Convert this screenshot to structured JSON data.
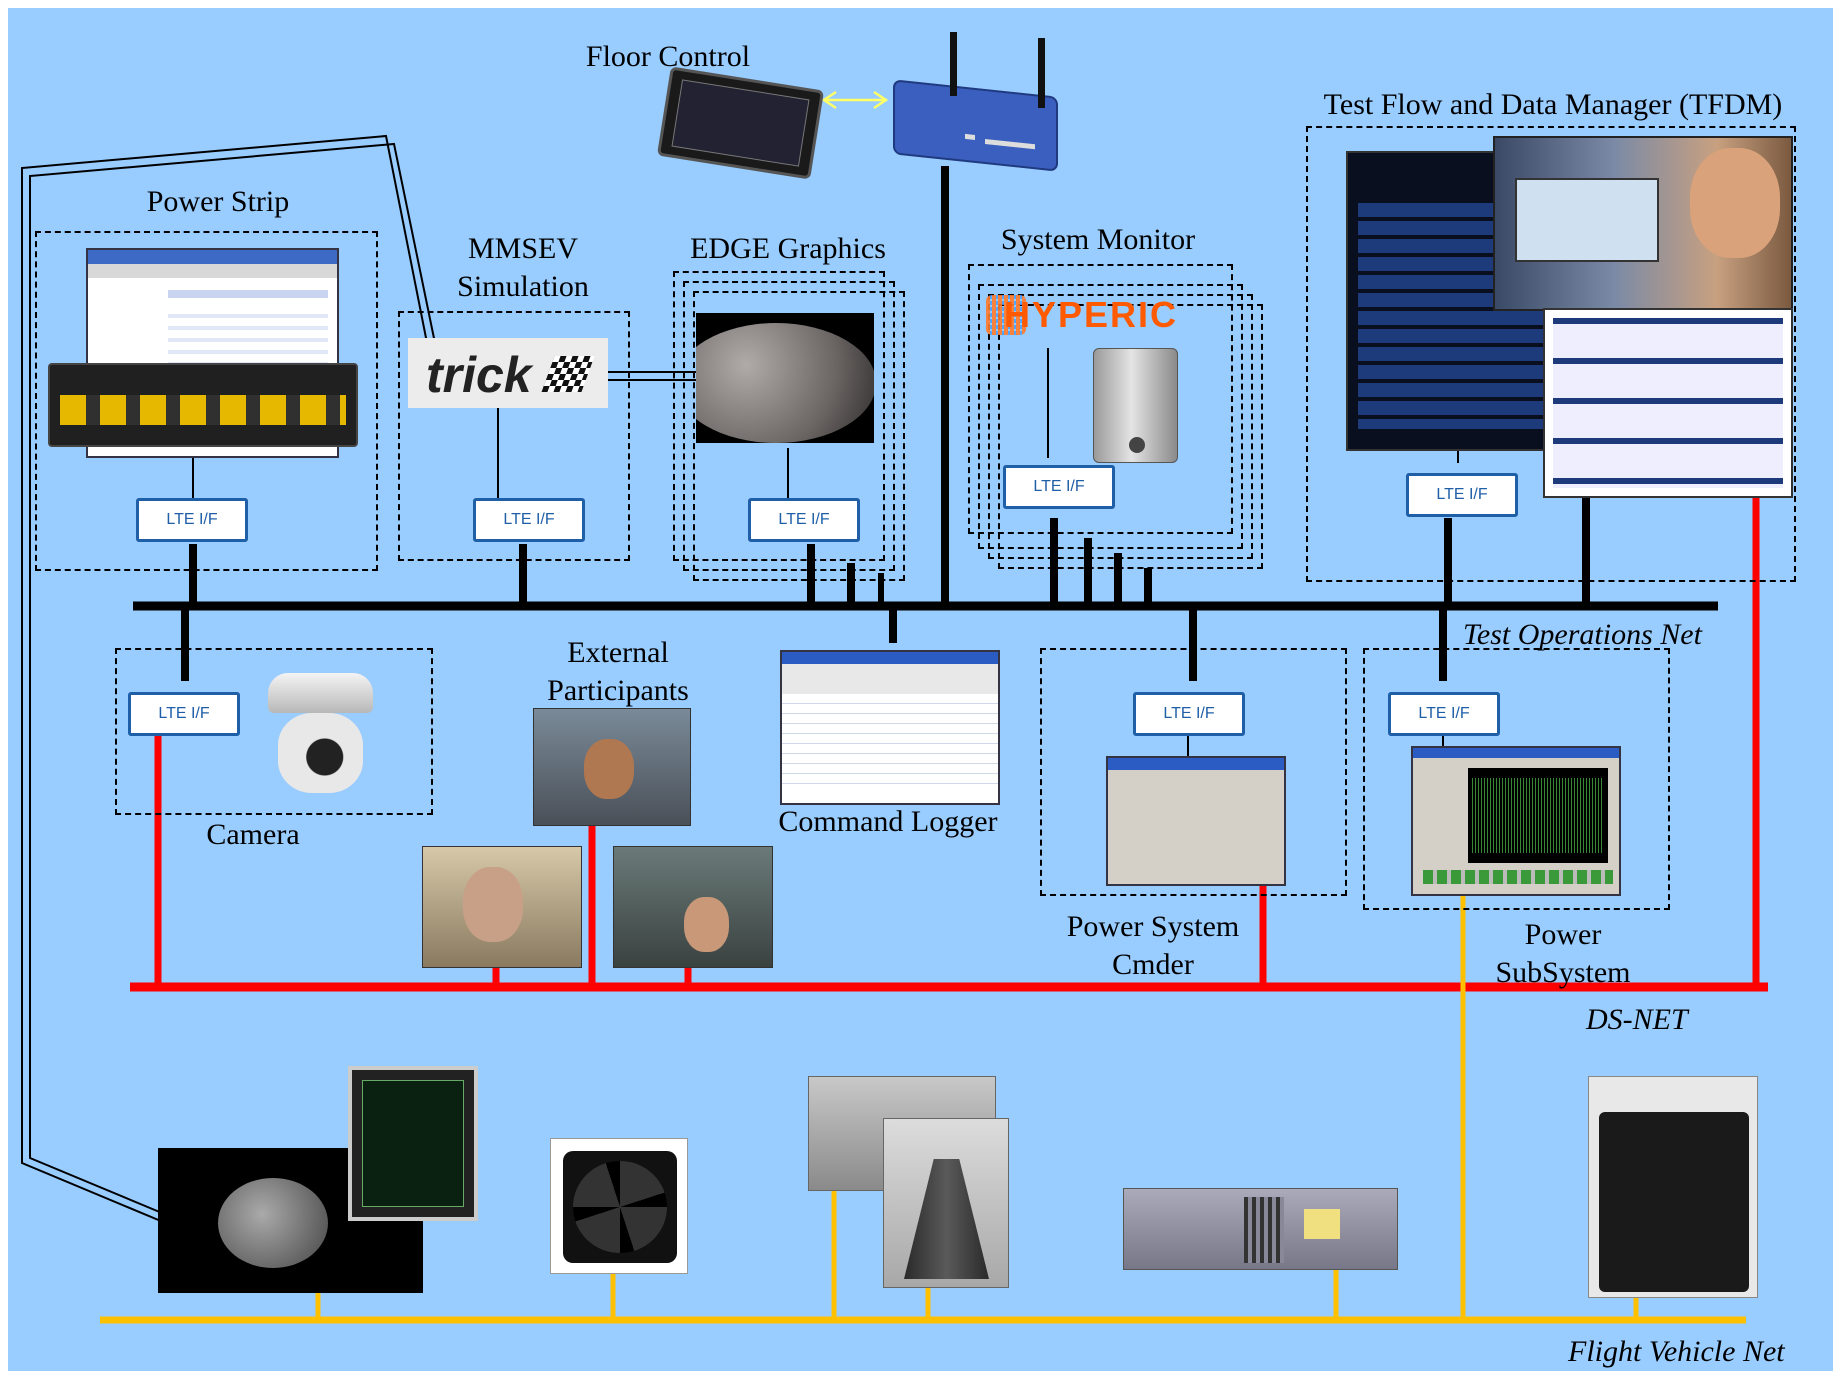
{
  "labels": {
    "floor_control": "Floor Control",
    "tfdm": "Test Flow and Data Manager (TFDM)",
    "power_strip": "Power Strip",
    "mmsev": "MMSEV\nSimulation",
    "edge": "EDGE Graphics",
    "system_monitor": "System Monitor",
    "camera": "Camera",
    "external": "External\nParticipants",
    "command_logger": "Command Logger",
    "power_cmder": "Power System\nCmder",
    "power_subsystem": "Power\nSubSystem"
  },
  "networks": {
    "test_ops": "Test Operations Net",
    "ds_net": "DS-NET",
    "flight": "Flight Vehicle Net"
  },
  "lte_label": "LTE I/F",
  "logos": {
    "trick": "trick",
    "hyperic": "HYPERIC"
  },
  "colors": {
    "background": "#99ccff",
    "test_ops_net": "#000000",
    "ds_net": "#ff0000",
    "flight_net": "#ffc000",
    "lte_border": "#1f5fa8"
  }
}
